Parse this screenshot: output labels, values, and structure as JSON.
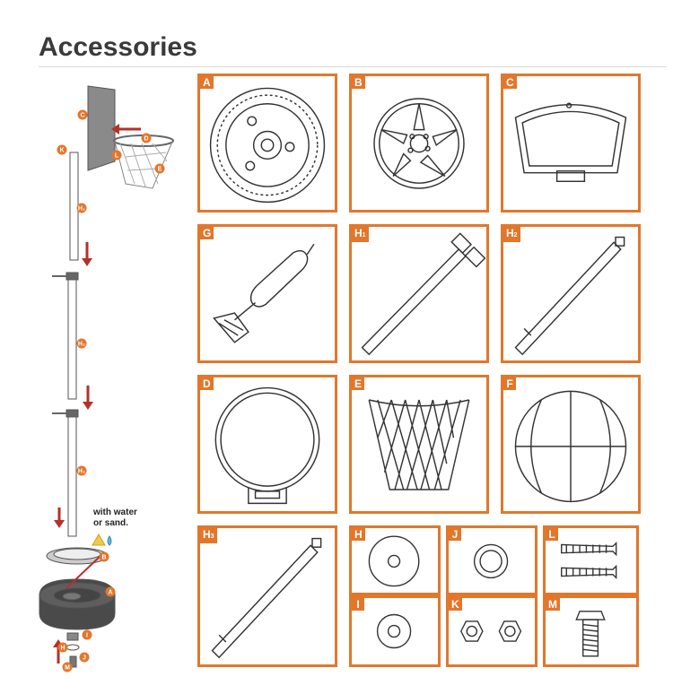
{
  "page": {
    "title": "Accessories"
  },
  "accent_color": "#e2772c",
  "arrow_color": "#b5312a",
  "assembly": {
    "note": "with water\nor sand.",
    "labels": {
      "c": "C",
      "k": "K",
      "d": "D",
      "l": "L",
      "e": "E",
      "h1": "H₁",
      "h2": "H₂",
      "h3": "H₃",
      "b": "B",
      "a": "A",
      "i": "I",
      "h": "H",
      "j": "J",
      "m": "M"
    }
  },
  "parts": [
    {
      "id": "a",
      "label": "A",
      "sub": "",
      "icon": "wheel-base-icon"
    },
    {
      "id": "b",
      "label": "B",
      "sub": "",
      "icon": "base-cap-icon"
    },
    {
      "id": "c",
      "label": "C",
      "sub": "",
      "icon": "backboard-icon"
    },
    {
      "id": "g",
      "label": "G",
      "sub": "",
      "icon": "air-pump-icon"
    },
    {
      "id": "h1",
      "label": "H",
      "sub": "1",
      "icon": "top-pole-icon"
    },
    {
      "id": "h2",
      "label": "H",
      "sub": "2",
      "icon": "middle-pole-icon"
    },
    {
      "id": "d",
      "label": "D",
      "sub": "",
      "icon": "rim-icon"
    },
    {
      "id": "e",
      "label": "E",
      "sub": "",
      "icon": "net-icon"
    },
    {
      "id": "f",
      "label": "F",
      "sub": "",
      "icon": "basketball-icon"
    },
    {
      "id": "h3",
      "label": "H",
      "sub": "3",
      "icon": "bottom-pole-icon"
    },
    {
      "id": "h",
      "label": "H",
      "sub": "",
      "icon": "washer-icon"
    },
    {
      "id": "i",
      "label": "I",
      "sub": "",
      "icon": "thick-washer-icon"
    },
    {
      "id": "j",
      "label": "J",
      "sub": "",
      "icon": "spacer-ring-icon"
    },
    {
      "id": "k",
      "label": "K",
      "sub": "",
      "icon": "hex-nut-icon"
    },
    {
      "id": "l",
      "label": "L",
      "sub": "",
      "icon": "screw-icon"
    },
    {
      "id": "m",
      "label": "M",
      "sub": "",
      "icon": "hex-bolt-icon"
    }
  ]
}
